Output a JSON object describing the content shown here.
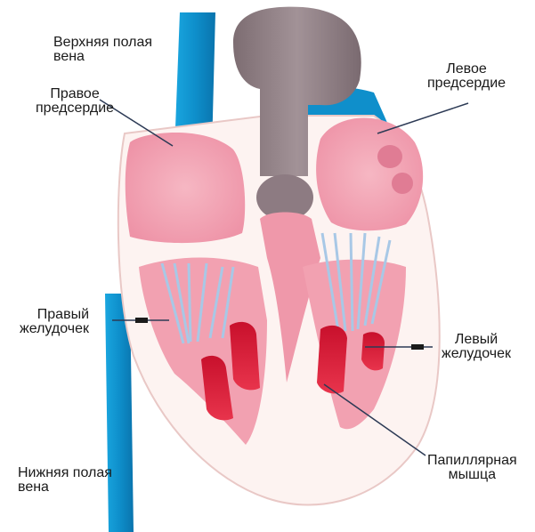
{
  "labels": {
    "svc_line1": "Верхняя полая",
    "svc_line2": "вена",
    "ra_line1": "Правое",
    "ra_line2": "предсердие",
    "la_line1": "Левое",
    "la_line2": "предсердие",
    "rv_line1": "Правый",
    "rv_line2": "желудочек",
    "lv_line1": "Левый",
    "lv_line2": "желудочек",
    "ivc_line1": "Нижняя полая",
    "ivc_line2": "вена",
    "pap_line1": "Папиллярная",
    "pap_line2": "мышца"
  },
  "colors": {
    "vena_cava": "#0f93cf",
    "aorta": "#8f7f84",
    "atrium": "#f3a3b3",
    "heart_wall": "#fbe9e8",
    "ventricle": "#ee7f93",
    "papillary_muscle": "#e0243c",
    "chordae": "#aac9e6"
  }
}
